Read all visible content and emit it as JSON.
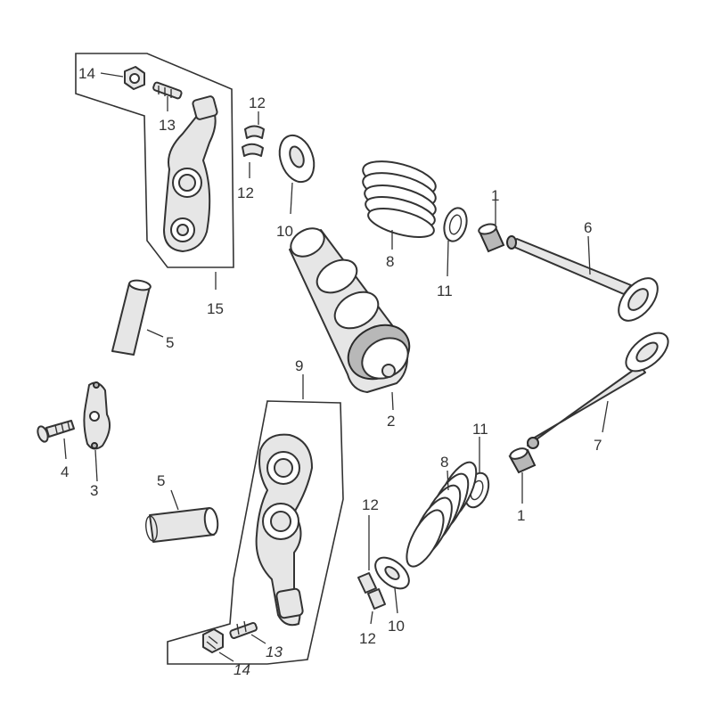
{
  "callouts": {
    "c14_top": "14",
    "c13_top": "13",
    "c12_top_a": "12",
    "c12_top_b": "12",
    "c10_top": "10",
    "c15": "15",
    "c5_top": "5",
    "c9": "9",
    "c2": "2",
    "c8_top": "8",
    "c11_top": "11",
    "c1_top": "1",
    "c6": "6",
    "c7": "7",
    "c1_bottom": "1",
    "c11_bottom": "11",
    "c8_bottom": "8",
    "c12_bottom_a": "12",
    "c12_bottom_b": "12",
    "c10_bottom": "10",
    "c5_bottom": "5",
    "c4": "4",
    "c3": "3",
    "c13_bottom": "13",
    "c14_bottom": "14"
  }
}
